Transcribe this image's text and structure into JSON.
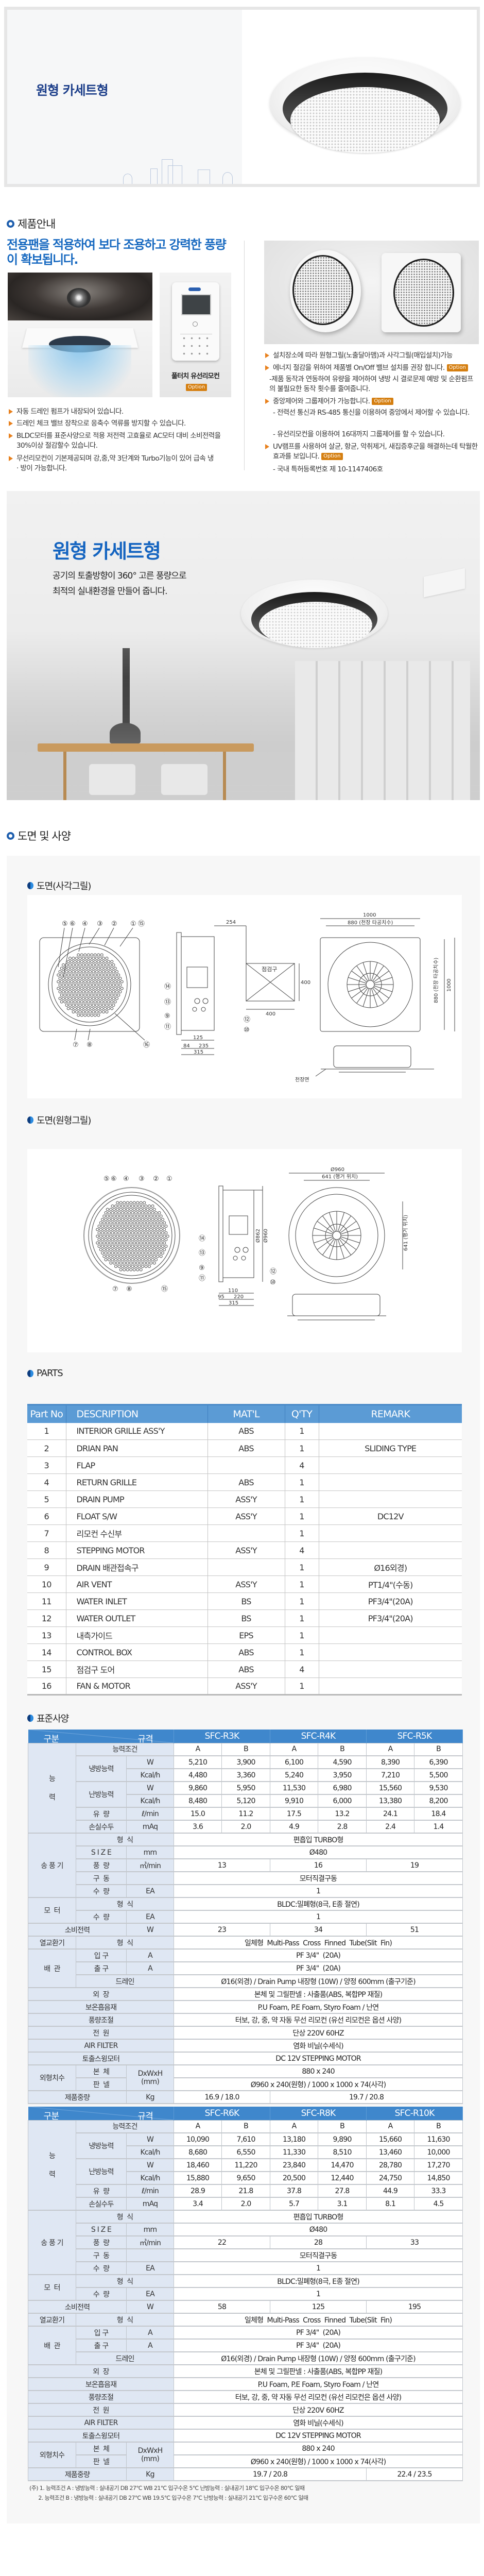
{
  "hero": {
    "title": "원형 카세트형"
  },
  "intro": {
    "section_title": "제품안내",
    "headline": "전용팬을 적용하여 보다 조용하고 강력한 풍량이 확보됩니다.",
    "remote_label": "풀터치 유선리모컨",
    "option_label": "Option",
    "left_bullets": [
      "자동 드레인 펌프가 내장되어 있습니다.",
      "드레인 체크 밸브 장착으로 응축수 역류를 방지할 수 있습니다.",
      "BLDC모터를 표준사양으로 적용 저전력 고효율로 AC모터 대비 소비전력을 30%이상 절감할수 있습니다.",
      "무선리모컨이 기본제공되며 강,중,약 3단계와 Turbo기능이 있어 급속 냉 · 방이 가능합니다."
    ],
    "right_bullets": [
      {
        "text": "설치장소에 따라 원형그릴(노출달아맴)과 사각그릴(매입설치)가능",
        "subs": []
      },
      {
        "text": "에너지 절감을 위하여 제품별 On/Off 밸브 설치를 권장 합니다.",
        "option": "Option",
        "subs": [
          "-제품 동작과 연동하여 유량을 제어하여 냉방 시 결로문제 예방 및 순환펌프의 불필요한 동작 횟수를 줄여줍니다."
        ]
      },
      {
        "text": "중앙제어와 그룹제어가 가능합니다.",
        "option": "Option",
        "subs": [
          "- 전력선 통신과 RS-485 통신을 이용하여 중앙에서 제어할 수 있습니다.",
          "- 유선리모컨을 이용하여 16대까지 그룹제어를 할 수 있습니다."
        ]
      },
      {
        "text": "UV램프를 사용하여 살균, 항균, 악취제거, 새집증후군을 해결하는데 탁월한 효과를 보입니다.",
        "option": "Option",
        "subs": [
          "- 국내 특허등록번호 제 10-1147406호"
        ]
      }
    ]
  },
  "photo": {
    "title": "원형 카세트형",
    "line1": "공기의 토출방향이 360° 고른 풍량으로",
    "line2": "최적의 실내환경을 만들어 줍니다."
  },
  "drawings": {
    "section_title": "도면 및 사양",
    "square_title": "도면(사각그릴)",
    "round_title": "도면(원형그릴)",
    "square": {
      "callouts_top": [
        "⑤",
        "⑥",
        "④",
        "③",
        "②",
        "①",
        "⑮"
      ],
      "callouts_bottom": [
        "⑦",
        "⑧",
        "⑯"
      ],
      "side_left": [
        "⑭",
        "⑬",
        "⑨",
        "⑪"
      ],
      "side_right": [
        "⑫",
        "⑩"
      ],
      "dims": {
        "d254": "254",
        "d84": "84",
        "d235": "235",
        "d315": "315",
        "d125": "125",
        "inspection": "점검구",
        "d400a": "400",
        "d400b": "400",
        "w1000": "1000",
        "w880": "880 (천장 타공치수)",
        "h880": "880 (천장 타공치수)",
        "h1000": "1000",
        "ceiling": "천장면"
      }
    },
    "round": {
      "callouts_top": [
        "⑤",
        "⑥",
        "④",
        "③",
        "②",
        "①"
      ],
      "callouts_bottom": [
        "⑦",
        "⑧",
        "⑮"
      ],
      "side_left": [
        "⑭",
        "⑬",
        "⑨",
        "⑪"
      ],
      "side_right": [
        "⑫",
        "⑩"
      ],
      "dims": {
        "d110": "110",
        "d95": "95",
        "d220": "220",
        "d315": "315",
        "phi862": "Ø862",
        "phi960s": "Ø960",
        "phi960": "Ø960",
        "w641": "641 (행거 위치)",
        "h641": "641 (행거 위치)"
      }
    }
  },
  "parts": {
    "title": "PARTS",
    "headers": [
      "Part No",
      "DESCRIPTION",
      "MAT'L",
      "Q'TY",
      "REMARK"
    ],
    "rows": [
      [
        "1",
        "INTERIOR GRILLE ASS'Y",
        "ABS",
        "1",
        ""
      ],
      [
        "2",
        "DRIAN PAN",
        "ABS",
        "1",
        "SLIDING TYPE"
      ],
      [
        "3",
        "FLAP",
        "",
        "4",
        ""
      ],
      [
        "4",
        "RETURN GRILLE",
        "ABS",
        "1",
        ""
      ],
      [
        "5",
        "DRAIN PUMP",
        "ASS'Y",
        "1",
        ""
      ],
      [
        "6",
        "FLOAT S/W",
        "ASS'Y",
        "1",
        "DC12V"
      ],
      [
        "7",
        "리모컨 수신부",
        "",
        "1",
        ""
      ],
      [
        "8",
        "STEPPING MOTOR",
        "ASS'Y",
        "4",
        ""
      ],
      [
        "9",
        "DRAIN 배관접속구",
        "",
        "1",
        "Ø16외경)"
      ],
      [
        "10",
        "AIR VENT",
        "ASS'Y",
        "1",
        "PT1/4\"(수동)"
      ],
      [
        "11",
        "WATER INLET",
        "BS",
        "1",
        "PF3/4\"(20A)"
      ],
      [
        "12",
        "WATER OUTLET",
        "BS",
        "1",
        "PF3/4\"(20A)"
      ],
      [
        "13",
        "내측가이드",
        "EPS",
        "1",
        ""
      ],
      [
        "14",
        "CONTROL BOX",
        "ABS",
        "1",
        ""
      ],
      [
        "15",
        "점검구 도어",
        "ABS",
        "4",
        ""
      ],
      [
        "16",
        "FAN & MOTOR",
        "ASS'Y",
        "1",
        ""
      ]
    ]
  },
  "spec": {
    "title": "표준사양",
    "labels": {
      "category": "구분",
      "spec": "규격",
      "capacity": "능\n\n력",
      "condition": "능력조건",
      "cooling": "냉방능력",
      "heating": "난방능력",
      "unit_w": "W",
      "unit_kcal": "Kcal/h",
      "flow": "유  량",
      "unit_flow": "ℓ/min",
      "head_loss": "손실수두",
      "unit_maq": "mAq",
      "fan": "송 풍 기",
      "type": "형  식",
      "size": "S I Z E",
      "unit_mm": "mm",
      "airflow": "풍  량",
      "unit_cmm": "㎥/min",
      "drive": "구  동",
      "qty": "수  량",
      "unit_ea": "EA",
      "motor": "모  터",
      "power": "소비전력",
      "hex": "열교환기",
      "piping": "배  관",
      "inlet": "입 구",
      "outlet": "출 구",
      "unit_a": "A",
      "drain": "드레인",
      "casing": "외  장",
      "insulation": "보온흡음재",
      "airflow_control": "풍량조절",
      "power_supply": "전  원",
      "air_filter": "AIR FILTER",
      "swing_motor": "토출스윙모터",
      "dimensions": "외형치수",
      "body": "본  체",
      "panel": "판  넬",
      "unit_dxwxh": "DxWxH",
      "unit_mm_paren": "(mm)",
      "weight": "제품중량",
      "unit_kg": "Kg"
    },
    "common": {
      "fan_type": "편흡입 TURBO형",
      "fan_size": "Ø480",
      "drive": "모터직결구동",
      "fan_qty": "1",
      "motor_type": "BLDC:밀폐형(8극, E종 절연)",
      "motor_qty": "1",
      "hex_type": "일체형  Multi-Pass  Cross  Finned  Tube(Slit  Fin)",
      "inlet": "PF 3/4\"  (20A)",
      "outlet": "PF 3/4\"  (20A)",
      "drain": "Ø16(외경) / Drain Pump 내장형 (10W) / 양정 600mm (출구기준)",
      "casing": "본체 및 그릴판넬 : 사출품(ABS, 복합PP 재질)",
      "insulation": "P.U Foam, P.E Foam, Styro Foam / 난연",
      "airflow_control": "터보, 강, 중, 약 자동 무선 리모컨 (유선 리모컨은 옵션 사양)",
      "power_supply": "단상 220V 60HZ",
      "air_filter": "염화 비닐(수세식)",
      "swing_motor": "DC 12V STEPPING MOTOR",
      "body_dim": "880 x 240",
      "panel_dim": "Ø960 x 240(원형) / 1000 x 1000 x 74(사각)"
    },
    "tables": [
      {
        "models": [
          "SFC-R3K",
          "SFC-R4K",
          "SFC-R5K"
        ],
        "conditions": [
          "A",
          "B",
          "A",
          "B",
          "A",
          "B"
        ],
        "cooling_w": [
          "5,210",
          "3,900",
          "6,100",
          "4,590",
          "8,390",
          "6,390"
        ],
        "cooling_kcal": [
          "4,480",
          "3,360",
          "5,240",
          "3,950",
          "7,210",
          "5,500"
        ],
        "heating_w": [
          "9,860",
          "5,950",
          "11,530",
          "6,980",
          "15,560",
          "9,530"
        ],
        "heating_kcal": [
          "8,480",
          "5,120",
          "9,910",
          "6,000",
          "13,380",
          "8,200"
        ],
        "flow": [
          "15.0",
          "11.2",
          "17.5",
          "13.2",
          "24.1",
          "18.4"
        ],
        "head_loss": [
          "3.6",
          "2.0",
          "4.9",
          "2.8",
          "2.4",
          "1.4"
        ],
        "airflow": [
          "13",
          "16",
          "19"
        ],
        "power": [
          "23",
          "34",
          "51"
        ],
        "weight": [
          {
            "value": "16.9 / 18.0",
            "models": 1
          },
          {
            "value": "19.7 / 20.8",
            "models": 2
          }
        ]
      },
      {
        "models": [
          "SFC-R6K",
          "SFC-R8K",
          "SFC-R10K"
        ],
        "conditions": [
          "A",
          "B",
          "A",
          "B",
          "A",
          "B"
        ],
        "cooling_w": [
          "10,090",
          "7,610",
          "13,180",
          "9,890",
          "15,660",
          "11,630"
        ],
        "cooling_kcal": [
          "8,680",
          "6,550",
          "11,330",
          "8,510",
          "13,460",
          "10,000"
        ],
        "heating_w": [
          "18,460",
          "11,220",
          "23,840",
          "14,470",
          "28,780",
          "17,270"
        ],
        "heating_kcal": [
          "15,880",
          "9,650",
          "20,500",
          "12,440",
          "24,750",
          "14,850"
        ],
        "flow": [
          "28.9",
          "21.8",
          "37.8",
          "27.8",
          "44.9",
          "33.3"
        ],
        "head_loss": [
          "3.4",
          "2.0",
          "5.7",
          "3.1",
          "8.1",
          "4.5"
        ],
        "airflow": [
          "22",
          "28",
          "33"
        ],
        "power": [
          "58",
          "125",
          "195"
        ],
        "weight": [
          {
            "value": "19.7 / 20.8",
            "models": 2
          },
          {
            "value": "22.4 / 23.5",
            "models": 1
          }
        ]
      }
    ],
    "notes": [
      "(주) 1. 능력조건 A : 냉방능력 : 실내공기 DB 27℃ WB 21℃ 입구수온 5℃ 난방능력 : 실내공기 18℃ 입구수온 80℃ 일때",
      "      2. 능력조건 B : 냉방능력 : 실내공기 DB 27℃ WB 19.5℃ 입구수온 7℃ 난방능력 : 실내공기 21℃ 입구수온 60℃ 일때"
    ]
  },
  "colors": {
    "brand_blue": "#1769c0",
    "table_header": "#3f87cc",
    "parts_header": "#5b9bd5",
    "option": "#d57f11",
    "bullet": "#e8801c"
  }
}
